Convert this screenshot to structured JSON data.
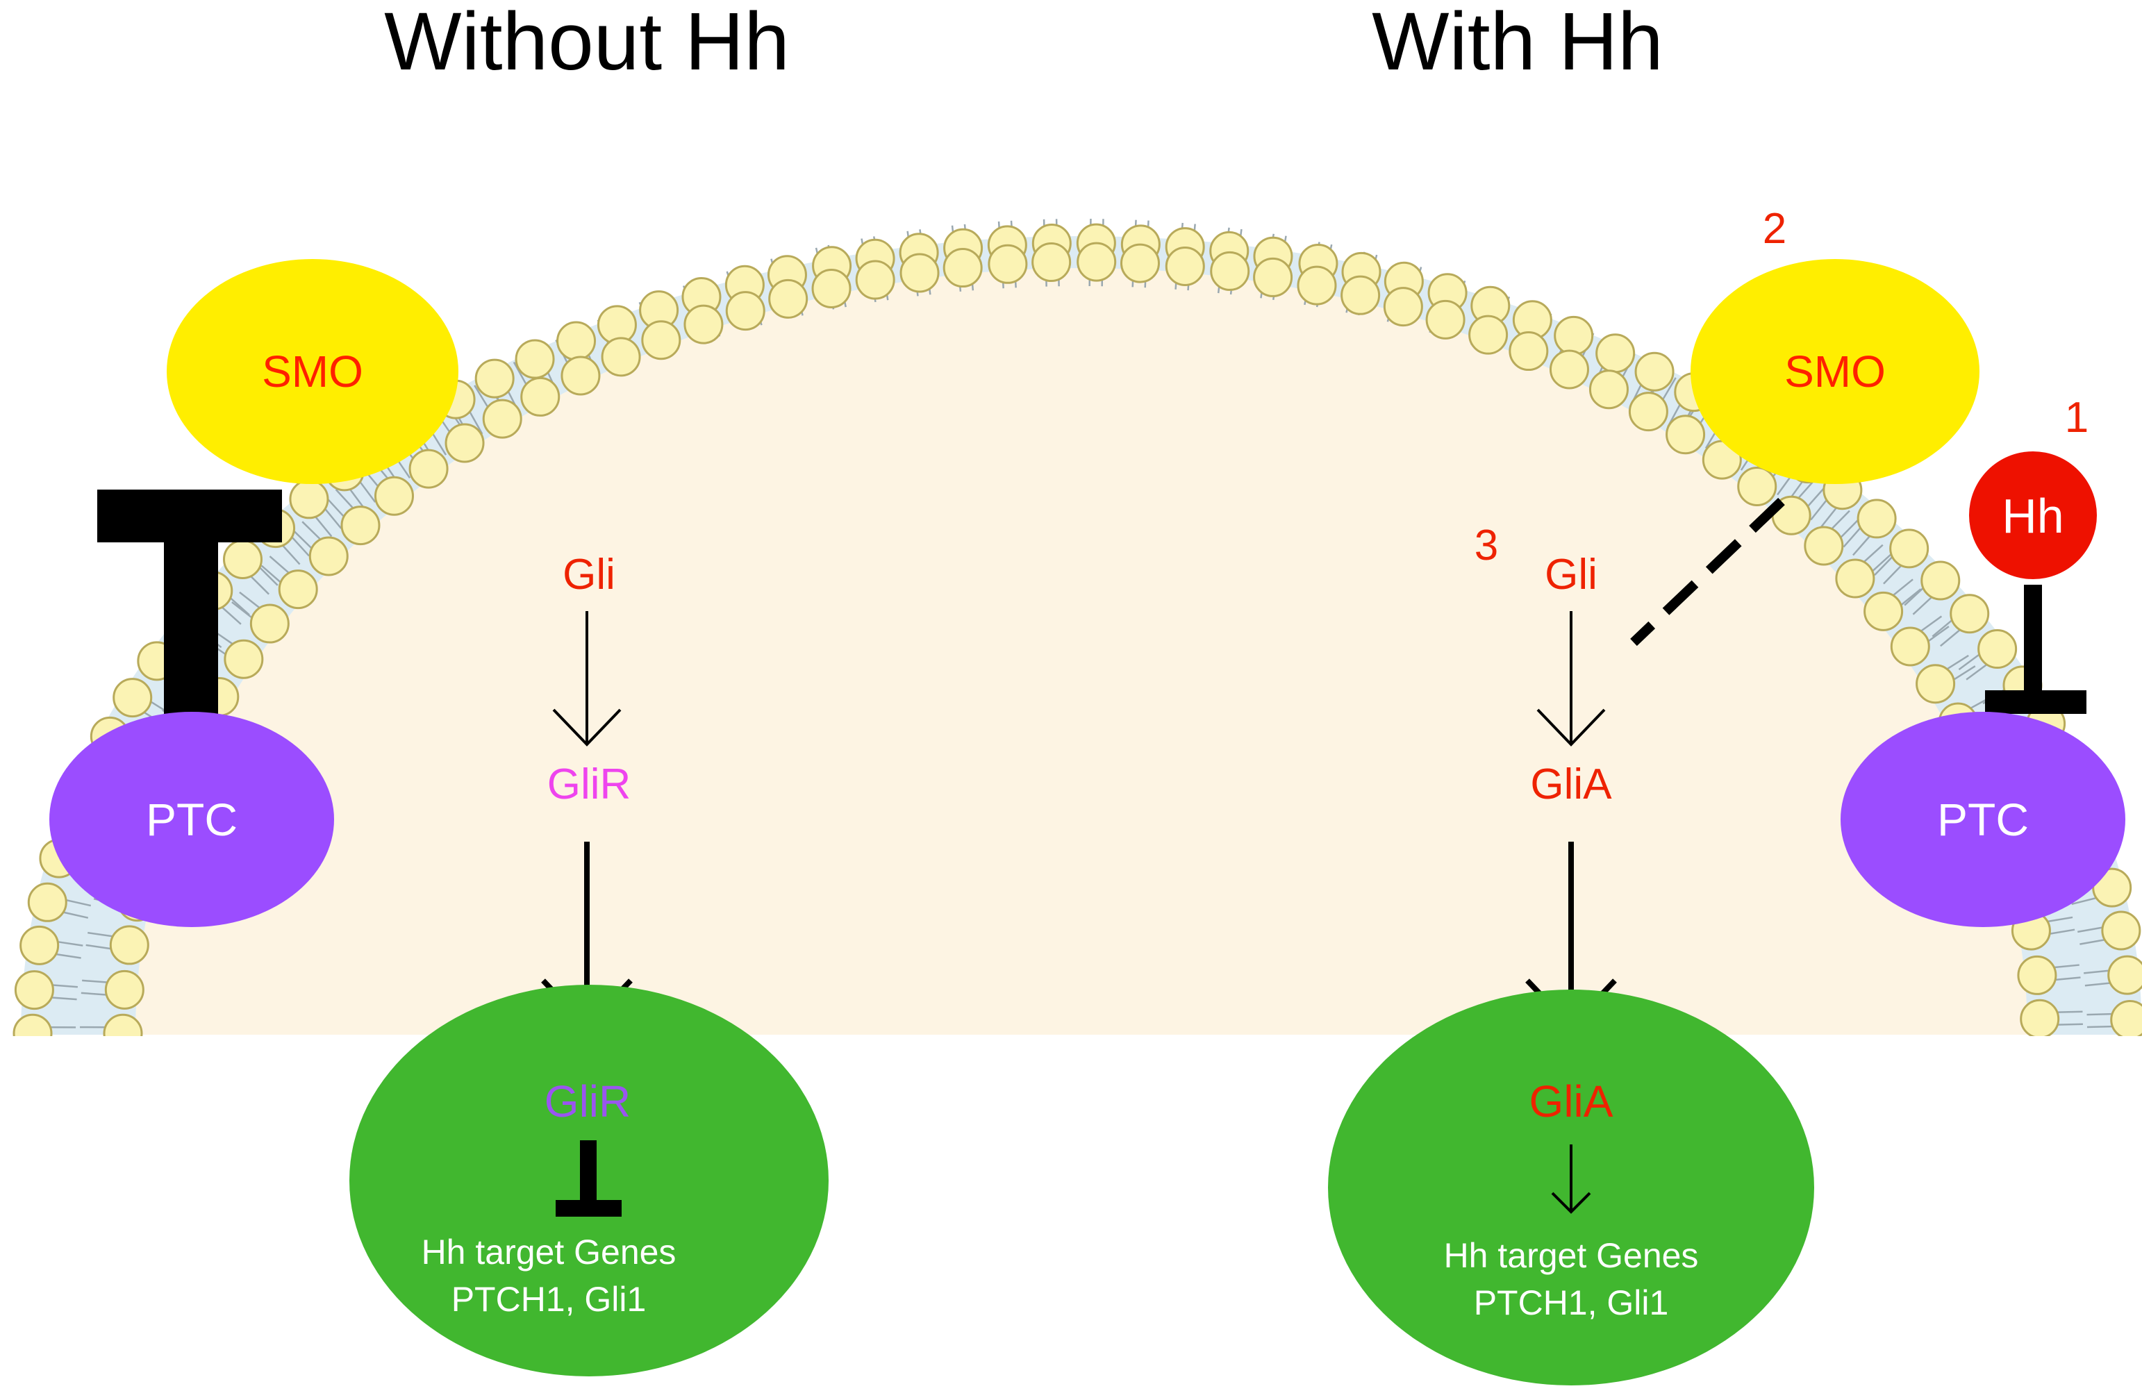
{
  "titles": {
    "left": "Without Hh",
    "right": "With Hh"
  },
  "left_panel": {
    "smo": "SMO",
    "ptc": "PTC",
    "gli": "Gli",
    "glir_cytoplasm": "GliR",
    "glir_nucleus": "GliR",
    "target_genes_line1": "Hh target Genes",
    "target_genes_line2": "PTCH1, Gli1"
  },
  "right_panel": {
    "smo": "SMO",
    "ptc": "PTC",
    "hh": "Hh",
    "gli": "Gli",
    "glia_cytoplasm": "GliA",
    "glia_nucleus": "GliA",
    "target_genes_line1": "Hh target Genes",
    "target_genes_line2": "PTCH1, Gli1"
  },
  "step_numbers": {
    "one": "1",
    "two": "2",
    "three": "3"
  },
  "colors": {
    "membrane_head": "#fbf3b4",
    "membrane_head_stroke": "#b8aa5a",
    "membrane_band": "#dcebf3",
    "cytoplasm": "#fdf4e3",
    "smo": "#ffee00",
    "smo_text": "#ff2000",
    "ptc": "#9b4dff",
    "hh": "#ee1100",
    "nucleus": "#41b72f",
    "red_text": "#ee2200",
    "pink_text": "#ee44ee",
    "purple_text": "#9a55f0",
    "white_text": "#ffffff",
    "black": "#000000"
  }
}
